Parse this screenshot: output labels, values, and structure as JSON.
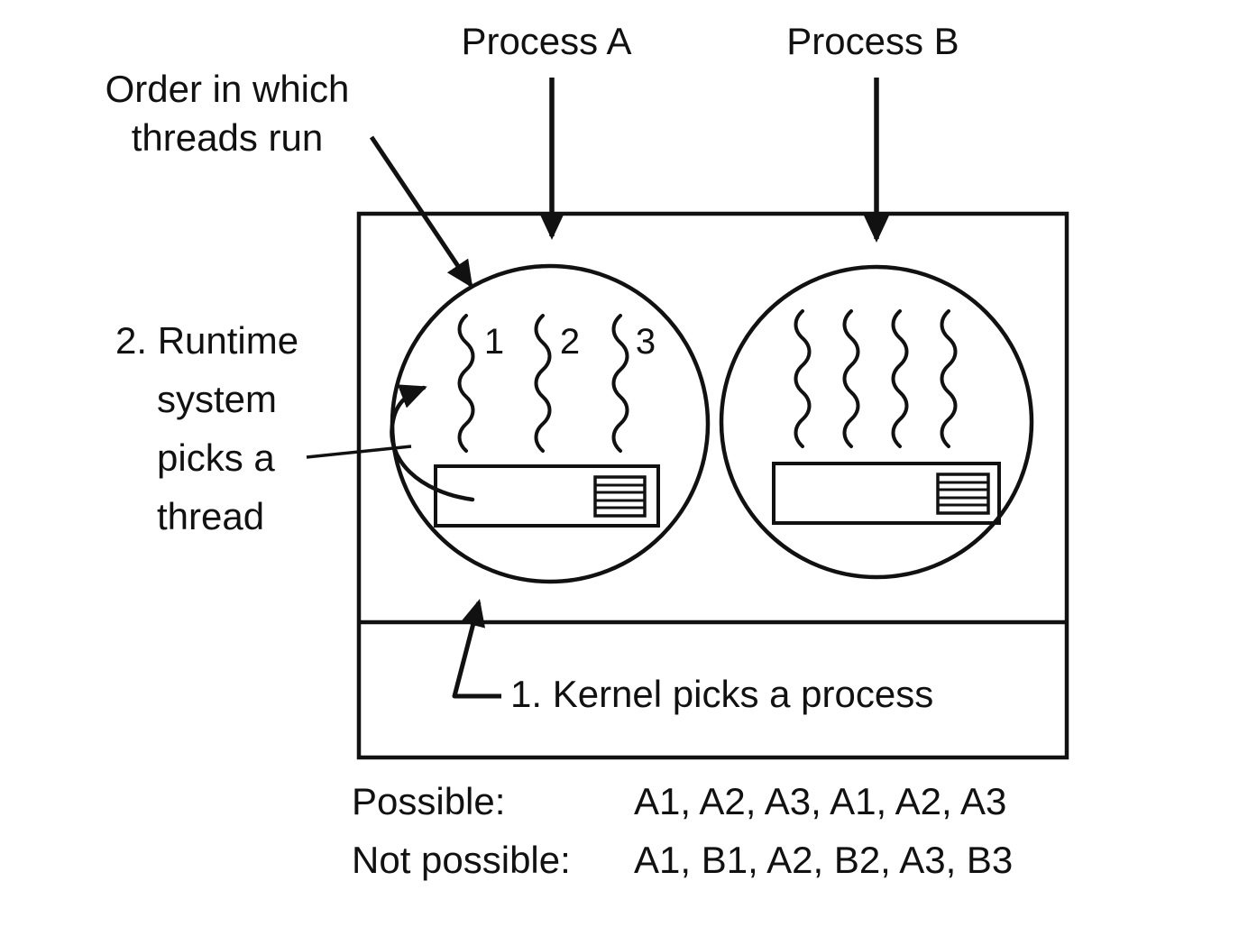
{
  "figure": {
    "background": "#ffffff",
    "ink": "#111111",
    "process_a_label": "Process A",
    "process_b_label": "Process B",
    "order_label_lines": [
      "Order in which",
      "threads run"
    ],
    "runtime_label_lines": [
      "2. Runtime",
      "system",
      "picks a",
      "thread"
    ],
    "thread_numbers": [
      "1",
      "2",
      "3"
    ],
    "kernel_label": "1. Kernel picks a process",
    "schedule": {
      "possible_label": "Possible:",
      "possible_value": "A1, A2, A3, A1, A2, A3",
      "not_possible_label": "Not possible:",
      "not_possible_value": "A1, B1, A2, B2, A3, B3"
    }
  }
}
